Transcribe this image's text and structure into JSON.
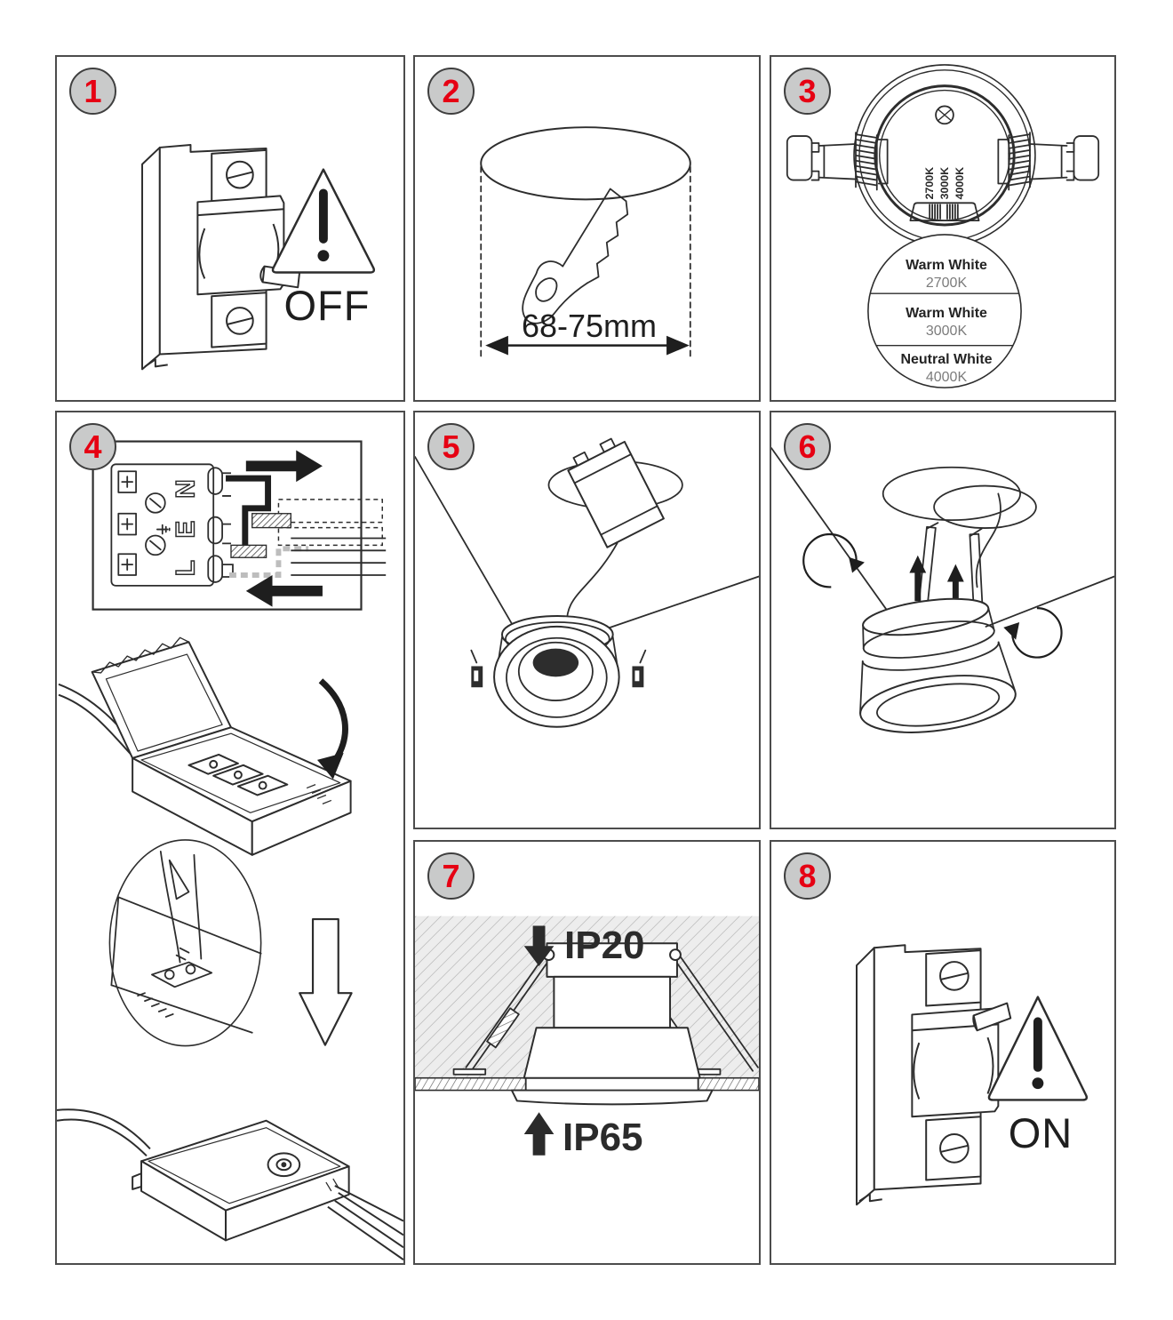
{
  "colors": {
    "badge_fill": "#c9caca",
    "badge_border": "#3f3f3f",
    "step_number_red": "#e60013",
    "line_art_ink": "#2d2d2d",
    "panel_border": "#4c4c4c",
    "hatch_background": "#ededed",
    "muted_text": "#7c7c7c"
  },
  "panels": {
    "p1": {
      "number": "1",
      "label": "OFF"
    },
    "p2": {
      "number": "2",
      "dimension": "68-75mm"
    },
    "p3": {
      "number": "3",
      "switch_labels": [
        "2700K",
        "3000K",
        "4000K"
      ],
      "legend": [
        {
          "name": "Warm White",
          "temp": "2700K"
        },
        {
          "name": "Warm White",
          "temp": "3000K"
        },
        {
          "name": "Neutral White",
          "temp": "4000K"
        }
      ]
    },
    "p4": {
      "number": "4",
      "terminals": [
        "N",
        "E",
        "L"
      ]
    },
    "p5": {
      "number": "5"
    },
    "p6": {
      "number": "6"
    },
    "p7": {
      "number": "7",
      "rating_above_ceiling": "IP20",
      "rating_below_ceiling": "IP65"
    },
    "p8": {
      "number": "8",
      "label": "ON"
    }
  }
}
